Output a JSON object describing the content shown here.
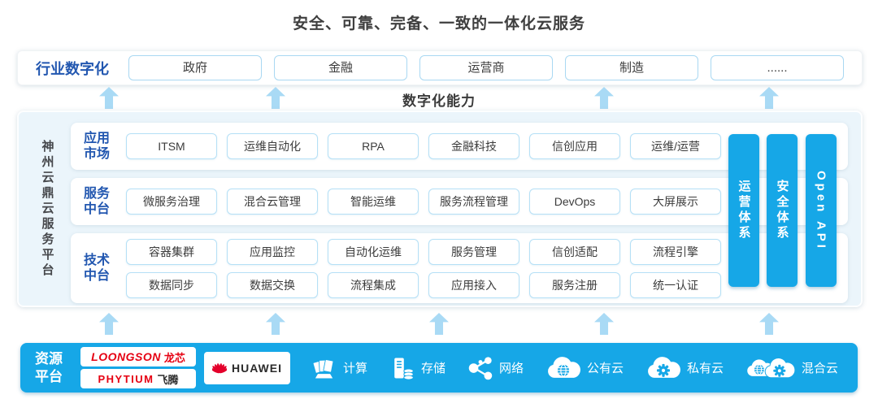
{
  "colors": {
    "accent_blue": "#16a7e7",
    "arrow_blue": "#a9daf5",
    "label_blue": "#2257b0",
    "box_border_blue": "#b5e0f6",
    "platform_bg": "#ebf5fb",
    "brand_red": "#e60012",
    "text_dark": "#3c3c3c"
  },
  "title": "安全、可靠、完备、一致的一体化云服务",
  "industry": {
    "label": "行业数字化",
    "items": [
      "政府",
      "金融",
      "运营商",
      "制造",
      "......"
    ]
  },
  "capability_label": "数字化能力",
  "platform": {
    "side_label": "神州云鼎云服务平台",
    "rows": [
      {
        "label": "应用市场",
        "items": [
          "ITSM",
          "运维自动化",
          "RPA",
          "金融科技",
          "信创应用",
          "运维/运营"
        ]
      },
      {
        "label": "服务中台",
        "items": [
          "微服务治理",
          "混合云管理",
          "智能运维",
          "服务流程管理",
          "DevOps",
          "大屏展示"
        ]
      },
      {
        "label": "技术中台",
        "items_top": [
          "容器集群",
          "应用监控",
          "自动化运维",
          "服务管理",
          "信创适配",
          "流程引擎"
        ],
        "items_bottom": [
          "数据同步",
          "数据交换",
          "流程集成",
          "应用接入",
          "服务注册",
          "统一认证"
        ]
      }
    ],
    "pillars": [
      "运营体系",
      "安全体系",
      "Open API"
    ]
  },
  "resources": {
    "label": "资源平台",
    "vendors": {
      "loongson_en": "LOONGSON",
      "loongson_cn": "龙芯",
      "phytium_en": "PHYTIUM",
      "phytium_cn": "飞腾",
      "huawei": "HUAWEI"
    },
    "items": [
      {
        "icon": "compute-icon",
        "label": "计算"
      },
      {
        "icon": "storage-icon",
        "label": "存储"
      },
      {
        "icon": "network-icon",
        "label": "网络"
      },
      {
        "icon": "public-cloud-icon",
        "label": "公有云"
      },
      {
        "icon": "private-cloud-icon",
        "label": "私有云"
      },
      {
        "icon": "hybrid-cloud-icon",
        "label": "混合云"
      }
    ]
  }
}
